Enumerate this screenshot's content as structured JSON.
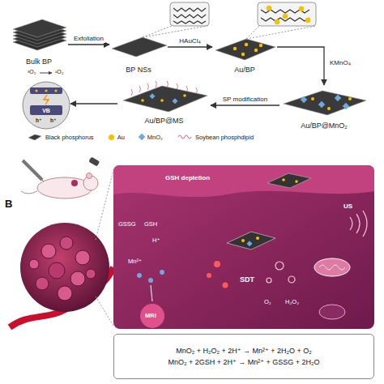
{
  "diagram": {
    "nodes": [
      {
        "text": [
          "Bulk BP"
        ]
      },
      {
        "text": [
          "BP NSs"
        ]
      },
      {
        "text": [
          "Au/BP"
        ]
      },
      {
        "text": [
          "Au/BP@MnO₂"
        ]
      },
      {
        "text": [
          "Au/BP@MS"
        ]
      },
      {
        "text": [
          "VB"
        ]
      },
      {
        "text": [
          "MnO₂ + H₂O₂ + 2H⁺ → Mn²⁺ + 2H₂O + O₂",
          "MnO₂ + 2GSH + 2H⁺ → Mn²⁺ + GSSG + 2H₂O"
        ]
      }
    ],
    "edges": [
      {
        "from": 0,
        "to": 1,
        "label": "Exfoliation",
        "arrow": "to"
      },
      {
        "from": 1,
        "to": 2,
        "label": "HAuCl₄",
        "arrow": "to"
      },
      {
        "from": 2,
        "to": 3,
        "label": "KMnO₄",
        "arrow": "to"
      },
      {
        "from": 3,
        "to": 4,
        "label": "SP modification",
        "arrow": "to"
      },
      {
        "from": 4,
        "to": 5,
        "arrow": "to"
      }
    ],
    "labels": [
      "³O₂",
      "¹O₂",
      "h⁺",
      "h⁺",
      "B",
      "GSH depletion",
      "US",
      "GSSG",
      "GSH",
      "H⁺",
      "Mn²⁺",
      "MRI",
      "SDT",
      "O₂",
      "H₂O₂"
    ],
    "legend": [
      {
        "text": "Black phosphorus"
      },
      {
        "text": "Au",
        "color": "#f2c200"
      },
      {
        "text": "MnO₂",
        "color": "#6fa8dc"
      },
      {
        "text": "Soybean phosphdipid"
      }
    ]
  }
}
